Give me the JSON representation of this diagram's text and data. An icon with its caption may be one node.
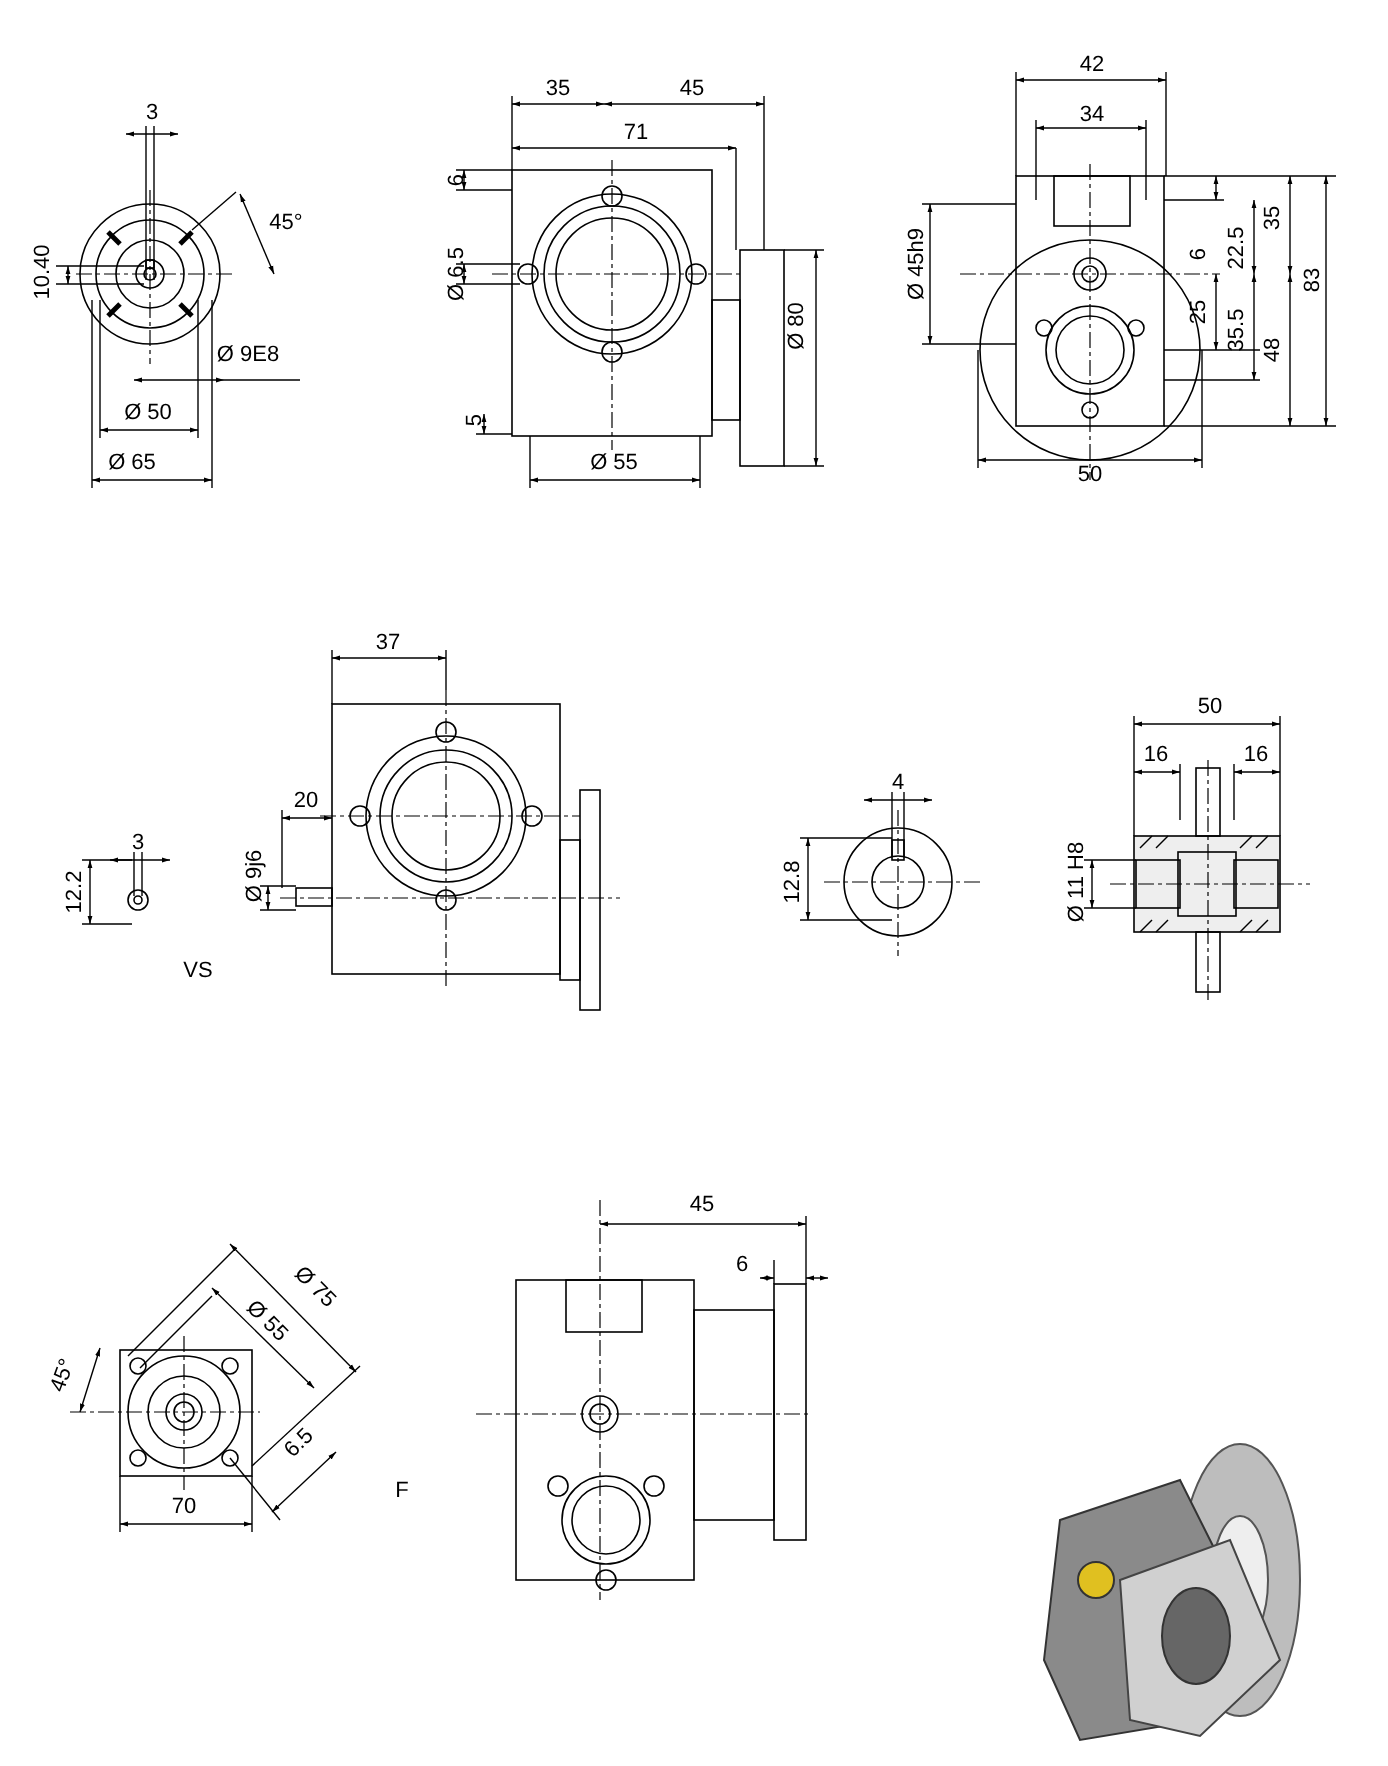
{
  "diagram": {
    "labels": [
      "3",
      "45°",
      "10.40",
      "Ø 9E8",
      "Ø 50",
      "Ø 65",
      "35",
      "45",
      "71",
      "6",
      "Ø 6.5",
      "Ø 80",
      "5",
      "Ø 55",
      "42",
      "34",
      "Ø 45h9",
      "6",
      "22.5",
      "35",
      "83",
      "25",
      "35.5",
      "48",
      "50",
      "3",
      "12.2",
      "VS",
      "37",
      "20",
      "Ø 9j6",
      "4",
      "12.8",
      "50",
      "16",
      "16",
      "Ø 11 H8",
      "Ø 75",
      "Ø 55",
      "45°",
      "6.5",
      "70",
      "F",
      "45",
      "6"
    ]
  }
}
